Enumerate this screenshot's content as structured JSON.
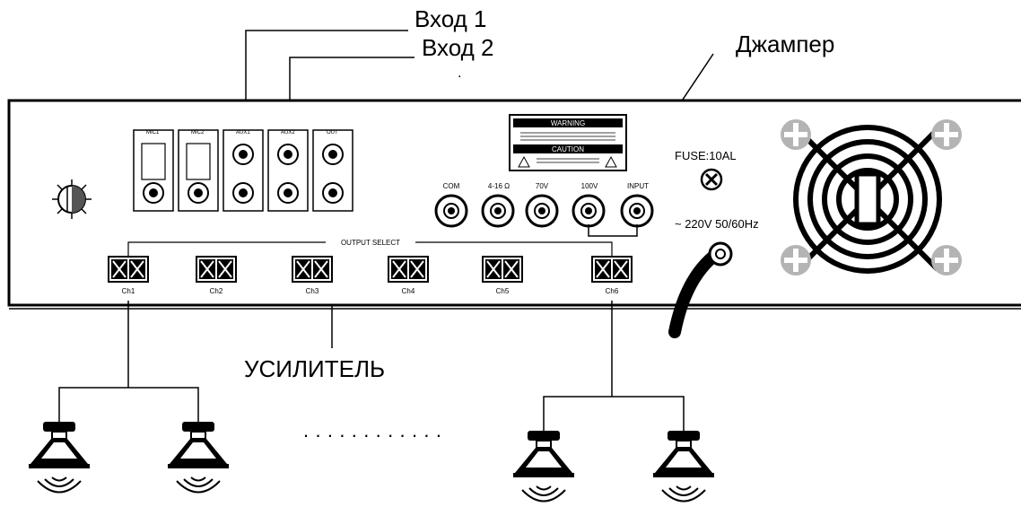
{
  "callouts": {
    "input1": "Вход 1",
    "input2": "Вход 2",
    "jumper": "Джампер",
    "amplifier": "УСИЛИТЕЛЬ"
  },
  "panel": {
    "jacks": [
      "MIC1",
      "MIC2",
      "AUX1",
      "AUX2",
      "OUT"
    ],
    "speaker_terminals": [
      "COM",
      "4-16 Ω",
      "70V",
      "100V",
      "INPUT"
    ],
    "warning_title": "WARNING",
    "caution_title": "CAUTION",
    "fuse": "FUSE:10AL",
    "power": "~ 220V 50/60Hz",
    "output_select": "OUTPUT SELECT",
    "channels": [
      "Ch1",
      "Ch2",
      "Ch3",
      "Ch4",
      "Ch5",
      "Ch6"
    ]
  },
  "speakers": {
    "ellipsis": "· · · · · · · · · · · ·"
  },
  "colors": {
    "line": "#000000",
    "screw": "#b4b4b4",
    "background": "#ffffff"
  },
  "icons": [
    "volume-knob-icon",
    "fuse-icon",
    "fan-grille-icon",
    "speaker-icon",
    "sound-wave-icon",
    "screw-icon"
  ]
}
